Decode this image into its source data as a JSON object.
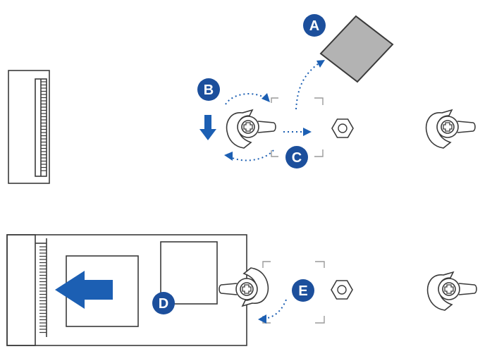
{
  "steps": {
    "a": "A",
    "b": "B",
    "c": "C",
    "d": "D",
    "e": "E"
  },
  "colors": {
    "callout": "#1c4f9c",
    "arrow": "#1c5fb3",
    "line": "#3a3a3a",
    "fill_grey": "#b3b3b3"
  },
  "icons": {
    "connector": "m2-socket-icon",
    "clip": "m2-rubber-stopper-icon",
    "nut": "hex-standoff-icon",
    "pad": "thermal-pad-icon",
    "arrow": "insert-arrow-icon"
  }
}
